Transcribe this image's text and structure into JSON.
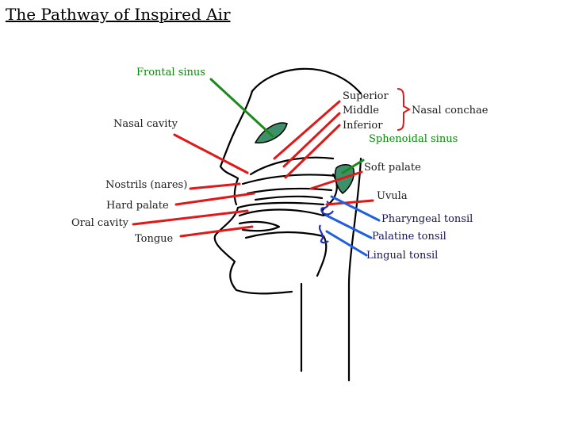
{
  "title": "The Pathway of Inspired Air",
  "colors": {
    "outline": "#000000",
    "pointer_red": "#e01818",
    "pointer_green": "#1a8a1a",
    "pointer_blue": "#1f5fe0",
    "bracket": "#e01818",
    "sinus_fill": "#3f8f6a",
    "tonsil_fill": "#2030c0"
  },
  "labels": {
    "frontal_sinus": "Frontal sinus",
    "nasal_cavity": "Nasal cavity",
    "nostrils": "Nostrils (nares)",
    "hard_palate": "Hard palate",
    "oral_cavity": "Oral cavity",
    "tongue": "Tongue",
    "superior": "Superior",
    "middle": "Middle",
    "inferior": "Inferior",
    "nasal_conchae": "Nasal conchae",
    "sphenoidal_sinus": "Sphenoidal sinus",
    "soft_palate": "Soft palate",
    "uvula": "Uvula",
    "pharyngeal_tonsil": "Pharyngeal tonsil",
    "palatine_tonsil": "Palatine tonsil",
    "lingual_tonsil": "Lingual tonsil"
  }
}
